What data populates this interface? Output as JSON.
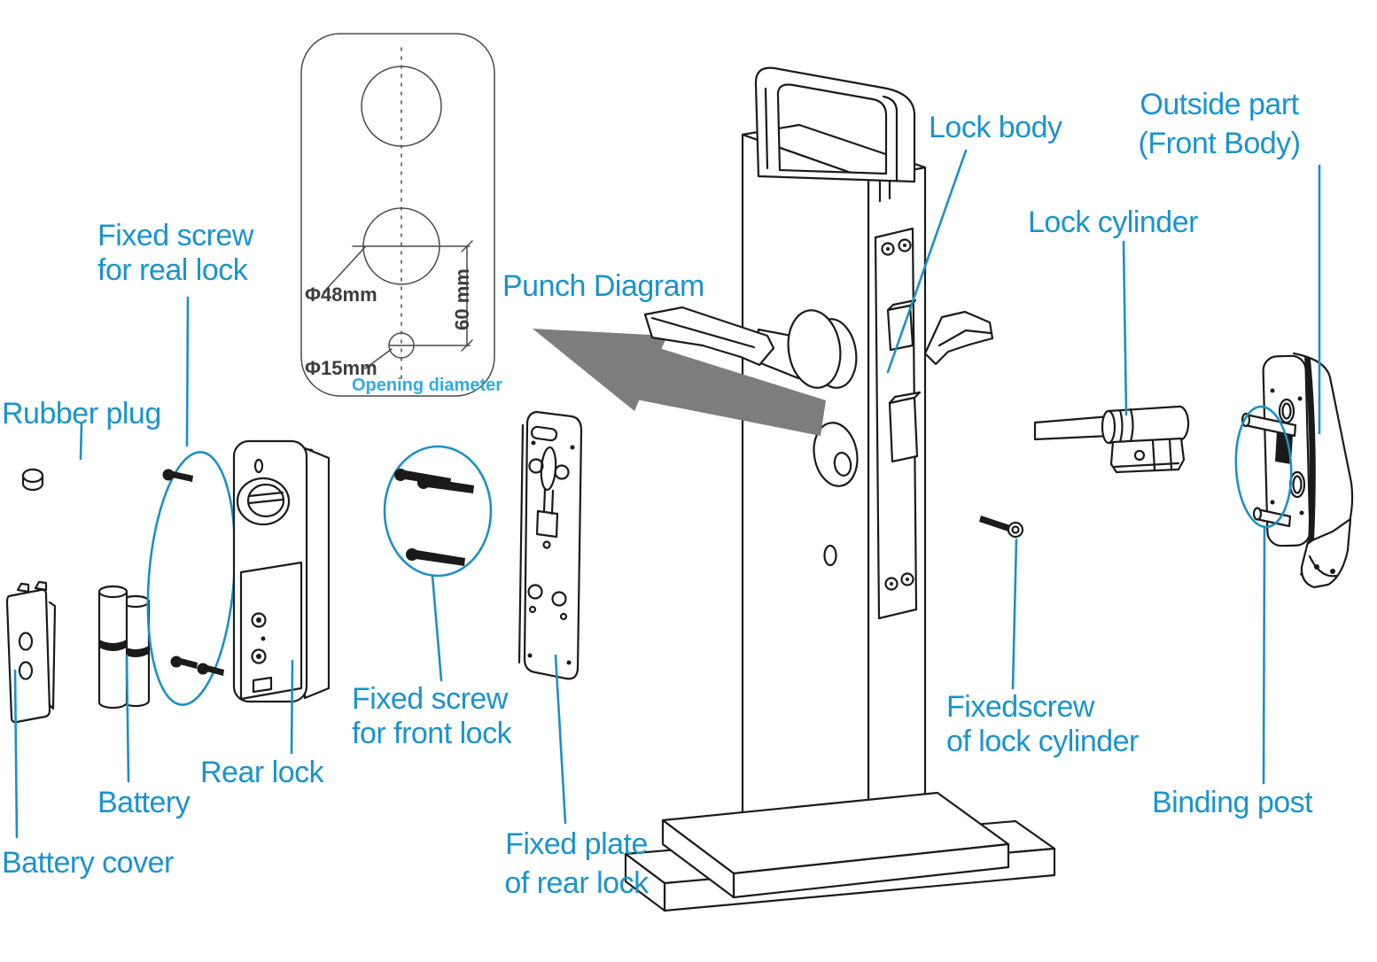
{
  "diagram_title": "Lock exploded-view installation diagram",
  "colors": {
    "label_blue": "#1a93cd",
    "leader_blue": "#1b90c6",
    "caption_blue": "#35aadc",
    "line_dark": "#1a1a1a",
    "arrow_gray": "#7d7d7d"
  },
  "labels": {
    "rubber_plug": "Rubber plug",
    "fixed_screw_real_lock": "Fixed screw\nfor real lock",
    "punch_diagram": "Punch Diagram",
    "lock_body": "Lock body",
    "outside_part": "Outside part\n(Front Body)",
    "lock_cylinder": "Lock cylinder",
    "battery_cover": "Battery cover",
    "battery": "Battery",
    "rear_lock": "Rear lock",
    "fixed_screw_front_lock": "Fixed screw\nfor front lock",
    "fixed_plate_rear_lock": "Fixed plate\nof rear lock",
    "fixedscrew_lock_cylinder": "Fixedscrew\nof lock cylinder",
    "binding_post": "Binding post"
  },
  "punch_card": {
    "hole_diameter_large": "Φ48mm",
    "hole_diameter_small": "Φ15mm",
    "hole_spacing": "60 mm",
    "caption": "Opening diameter"
  }
}
